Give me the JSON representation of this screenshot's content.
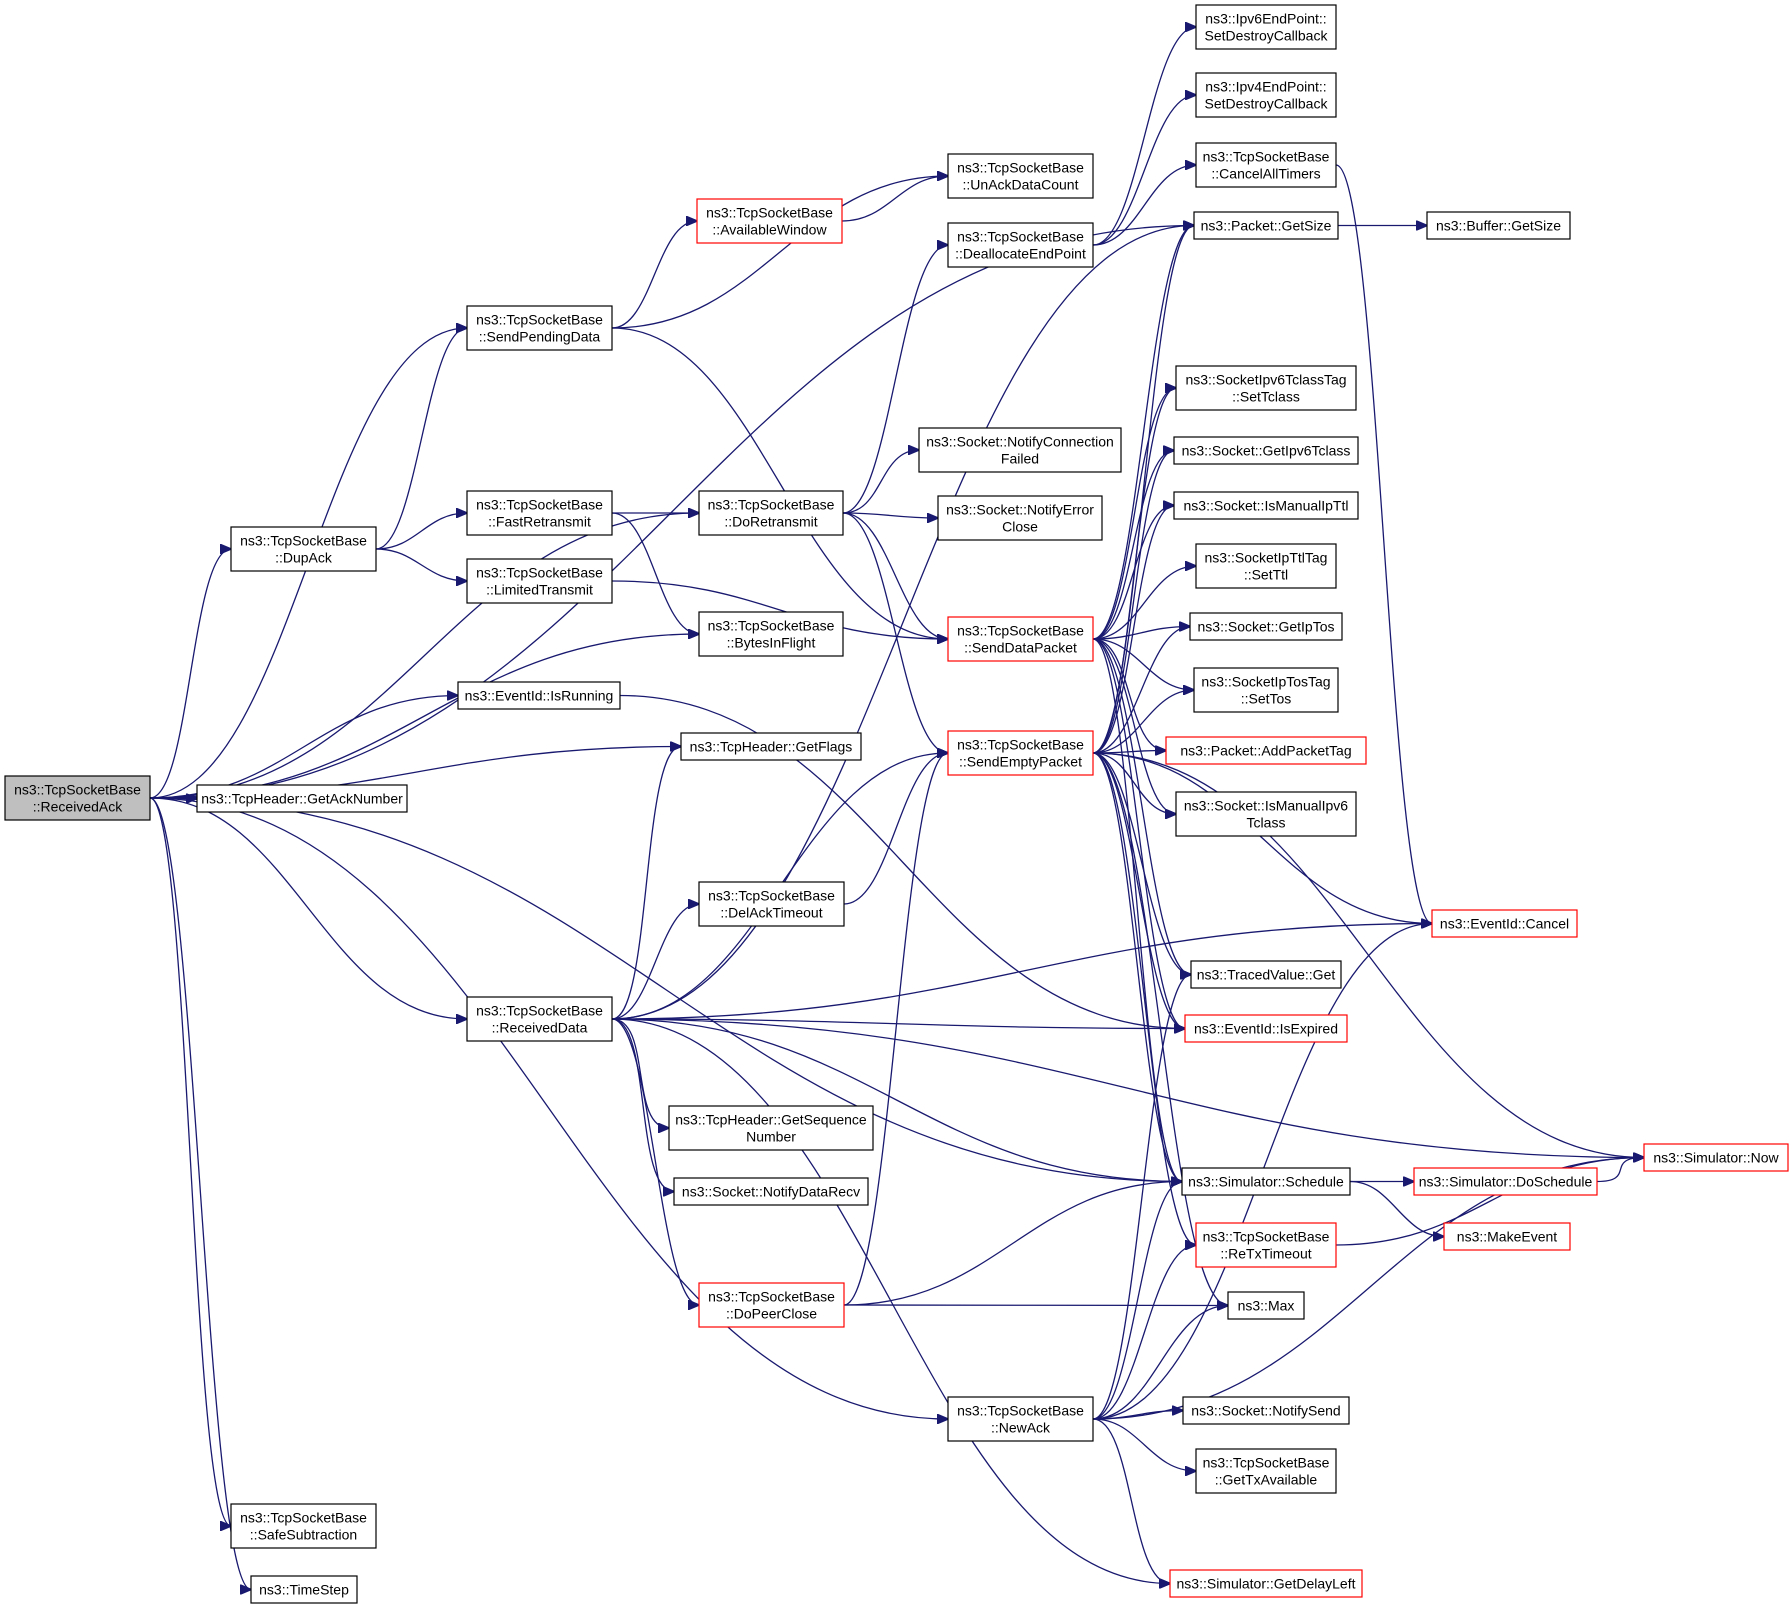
{
  "nodes": [
    {
      "id": "receivedAck",
      "lines": [
        "ns3::TcpSocketBase",
        "::ReceivedAck"
      ],
      "style": "root"
    },
    {
      "id": "sendPendingData",
      "lines": [
        "ns3::TcpSocketBase",
        "::SendPendingData"
      ],
      "style": "normal"
    },
    {
      "id": "availableWindow",
      "lines": [
        "ns3::TcpSocketBase",
        "::AvailableWindow"
      ],
      "style": "red"
    },
    {
      "id": "unAckDataCount",
      "lines": [
        "ns3::TcpSocketBase",
        "::UnAckDataCount"
      ],
      "style": "normal"
    },
    {
      "id": "deallocateEndPoint",
      "lines": [
        "ns3::TcpSocketBase",
        "::DeallocateEndPoint"
      ],
      "style": "normal"
    },
    {
      "id": "ipv6SetDestroy",
      "lines": [
        "ns3::Ipv6EndPoint::",
        "SetDestroyCallback"
      ],
      "style": "normal"
    },
    {
      "id": "ipv4SetDestroy",
      "lines": [
        "ns3::Ipv4EndPoint::",
        "SetDestroyCallback"
      ],
      "style": "normal"
    },
    {
      "id": "cancelAllTimers",
      "lines": [
        "ns3::TcpSocketBase",
        "::CancelAllTimers"
      ],
      "style": "normal"
    },
    {
      "id": "packetGetSize",
      "lines": [
        "ns3::Packet::GetSize"
      ],
      "style": "normal"
    },
    {
      "id": "bufferGetSize",
      "lines": [
        "ns3::Buffer::GetSize"
      ],
      "style": "normal"
    },
    {
      "id": "setTclass",
      "lines": [
        "ns3::SocketIpv6TclassTag",
        "::SetTclass"
      ],
      "style": "normal"
    },
    {
      "id": "getIpv6Tclass",
      "lines": [
        "ns3::Socket::GetIpv6Tclass"
      ],
      "style": "normal"
    },
    {
      "id": "isManualIpTtl",
      "lines": [
        "ns3::Socket::IsManualIpTtl"
      ],
      "style": "normal"
    },
    {
      "id": "setTtl",
      "lines": [
        "ns3::SocketIpTtlTag",
        "::SetTtl"
      ],
      "style": "normal"
    },
    {
      "id": "getIpTos",
      "lines": [
        "ns3::Socket::GetIpTos"
      ],
      "style": "normal"
    },
    {
      "id": "setTos",
      "lines": [
        "ns3::SocketIpTosTag",
        "::SetTos"
      ],
      "style": "normal"
    },
    {
      "id": "addPacketTag",
      "lines": [
        "ns3::Packet::AddPacketTag"
      ],
      "style": "red"
    },
    {
      "id": "isManualIpv6Tclass",
      "lines": [
        "ns3::Socket::IsManualIpv6",
        "Tclass"
      ],
      "style": "normal"
    },
    {
      "id": "eventCancel",
      "lines": [
        "ns3::EventId::Cancel"
      ],
      "style": "red"
    },
    {
      "id": "tracedGet",
      "lines": [
        "ns3::TracedValue::Get"
      ],
      "style": "normal"
    },
    {
      "id": "isExpired",
      "lines": [
        "ns3::EventId::IsExpired"
      ],
      "style": "red"
    },
    {
      "id": "schedule",
      "lines": [
        "ns3::Simulator::Schedule"
      ],
      "style": "normal"
    },
    {
      "id": "doSchedule",
      "lines": [
        "ns3::Simulator::DoSchedule"
      ],
      "style": "red"
    },
    {
      "id": "simNow",
      "lines": [
        "ns3::Simulator::Now"
      ],
      "style": "red"
    },
    {
      "id": "makeEvent",
      "lines": [
        "ns3::MakeEvent"
      ],
      "style": "red"
    },
    {
      "id": "reTxTimeout",
      "lines": [
        "ns3::TcpSocketBase",
        "::ReTxTimeout"
      ],
      "style": "red"
    },
    {
      "id": "max",
      "lines": [
        "ns3::Max"
      ],
      "style": "normal"
    },
    {
      "id": "notifySend",
      "lines": [
        "ns3::Socket::NotifySend"
      ],
      "style": "normal"
    },
    {
      "id": "getTxAvailable",
      "lines": [
        "ns3::TcpSocketBase",
        "::GetTxAvailable"
      ],
      "style": "normal"
    },
    {
      "id": "getDelayLeft",
      "lines": [
        "ns3::Simulator::GetDelayLeft"
      ],
      "style": "red"
    },
    {
      "id": "notifyConnFailed",
      "lines": [
        "ns3::Socket::NotifyConnection",
        "Failed"
      ],
      "style": "normal"
    },
    {
      "id": "notifyErrorClose",
      "lines": [
        "ns3::Socket::NotifyError",
        "Close"
      ],
      "style": "normal"
    },
    {
      "id": "doRetransmit",
      "lines": [
        "ns3::TcpSocketBase",
        "::DoRetransmit"
      ],
      "style": "normal"
    },
    {
      "id": "fastRetransmit",
      "lines": [
        "ns3::TcpSocketBase",
        "::FastRetransmit"
      ],
      "style": "normal"
    },
    {
      "id": "limitedTransmit",
      "lines": [
        "ns3::TcpSocketBase",
        "::LimitedTransmit"
      ],
      "style": "normal"
    },
    {
      "id": "dupAck",
      "lines": [
        "ns3::TcpSocketBase",
        "::DupAck"
      ],
      "style": "normal"
    },
    {
      "id": "bytesInFlight",
      "lines": [
        "ns3::TcpSocketBase",
        "::BytesInFlight"
      ],
      "style": "normal"
    },
    {
      "id": "isRunning",
      "lines": [
        "ns3::EventId::IsRunning"
      ],
      "style": "normal"
    },
    {
      "id": "getFlags",
      "lines": [
        "ns3::TcpHeader::GetFlags"
      ],
      "style": "normal"
    },
    {
      "id": "getAckNumber",
      "lines": [
        "ns3::TcpHeader::GetAckNumber"
      ],
      "style": "normal"
    },
    {
      "id": "sendDataPacket",
      "lines": [
        "ns3::TcpSocketBase",
        "::SendDataPacket"
      ],
      "style": "red"
    },
    {
      "id": "sendEmptyPacket",
      "lines": [
        "ns3::TcpSocketBase",
        "::SendEmptyPacket"
      ],
      "style": "red"
    },
    {
      "id": "delAckTimeout",
      "lines": [
        "ns3::TcpSocketBase",
        "::DelAckTimeout"
      ],
      "style": "normal"
    },
    {
      "id": "receivedData",
      "lines": [
        "ns3::TcpSocketBase",
        "::ReceivedData"
      ],
      "style": "normal"
    },
    {
      "id": "getSequenceNumber",
      "lines": [
        "ns3::TcpHeader::GetSequence",
        "Number"
      ],
      "style": "normal"
    },
    {
      "id": "notifyDataRecv",
      "lines": [
        "ns3::Socket::NotifyDataRecv"
      ],
      "style": "normal"
    },
    {
      "id": "doPeerClose",
      "lines": [
        "ns3::TcpSocketBase",
        "::DoPeerClose"
      ],
      "style": "red"
    },
    {
      "id": "newAck",
      "lines": [
        "ns3::TcpSocketBase",
        "::NewAck"
      ],
      "style": "normal"
    },
    {
      "id": "safeSubtraction",
      "lines": [
        "ns3::TcpSocketBase",
        "::SafeSubtraction"
      ],
      "style": "normal"
    },
    {
      "id": "timeStep",
      "lines": [
        "ns3::TimeStep"
      ],
      "style": "normal"
    }
  ],
  "edges": [
    [
      "receivedAck",
      "sendPendingData"
    ],
    [
      "receivedAck",
      "packetGetSize"
    ],
    [
      "receivedAck",
      "doRetransmit"
    ],
    [
      "receivedAck",
      "dupAck"
    ],
    [
      "receivedAck",
      "bytesInFlight"
    ],
    [
      "receivedAck",
      "isRunning"
    ],
    [
      "receivedAck",
      "getFlags"
    ],
    [
      "receivedAck",
      "getAckNumber"
    ],
    [
      "receivedAck",
      "receivedData"
    ],
    [
      "receivedAck",
      "schedule"
    ],
    [
      "receivedAck",
      "newAck"
    ],
    [
      "receivedAck",
      "safeSubtraction"
    ],
    [
      "receivedAck",
      "timeStep"
    ],
    [
      "sendPendingData",
      "availableWindow"
    ],
    [
      "sendPendingData",
      "unAckDataCount"
    ],
    [
      "sendPendingData",
      "sendDataPacket"
    ],
    [
      "availableWindow",
      "unAckDataCount"
    ],
    [
      "dupAck",
      "sendPendingData"
    ],
    [
      "dupAck",
      "fastRetransmit"
    ],
    [
      "dupAck",
      "limitedTransmit"
    ],
    [
      "fastRetransmit",
      "doRetransmit"
    ],
    [
      "fastRetransmit",
      "bytesInFlight"
    ],
    [
      "limitedTransmit",
      "sendDataPacket"
    ],
    [
      "doRetransmit",
      "deallocateEndPoint"
    ],
    [
      "doRetransmit",
      "notifyConnFailed"
    ],
    [
      "doRetransmit",
      "notifyErrorClose"
    ],
    [
      "doRetransmit",
      "sendDataPacket"
    ],
    [
      "doRetransmit",
      "sendEmptyPacket"
    ],
    [
      "deallocateEndPoint",
      "ipv6SetDestroy"
    ],
    [
      "deallocateEndPoint",
      "ipv4SetDestroy"
    ],
    [
      "deallocateEndPoint",
      "cancelAllTimers"
    ],
    [
      "cancelAllTimers",
      "eventCancel"
    ],
    [
      "packetGetSize",
      "bufferGetSize"
    ],
    [
      "isRunning",
      "isExpired"
    ],
    [
      "sendDataPacket",
      "packetGetSize"
    ],
    [
      "sendDataPacket",
      "setTclass"
    ],
    [
      "sendDataPacket",
      "getIpv6Tclass"
    ],
    [
      "sendDataPacket",
      "isManualIpTtl"
    ],
    [
      "sendDataPacket",
      "setTtl"
    ],
    [
      "sendDataPacket",
      "getIpTos"
    ],
    [
      "sendDataPacket",
      "setTos"
    ],
    [
      "sendDataPacket",
      "addPacketTag"
    ],
    [
      "sendDataPacket",
      "isManualIpv6Tclass"
    ],
    [
      "sendDataPacket",
      "tracedGet"
    ],
    [
      "sendDataPacket",
      "isExpired"
    ],
    [
      "sendDataPacket",
      "schedule"
    ],
    [
      "sendEmptyPacket",
      "packetGetSize"
    ],
    [
      "sendEmptyPacket",
      "setTclass"
    ],
    [
      "sendEmptyPacket",
      "getIpv6Tclass"
    ],
    [
      "sendEmptyPacket",
      "isManualIpTtl"
    ],
    [
      "sendEmptyPacket",
      "getIpTos"
    ],
    [
      "sendEmptyPacket",
      "setTos"
    ],
    [
      "sendEmptyPacket",
      "addPacketTag"
    ],
    [
      "sendEmptyPacket",
      "isManualIpv6Tclass"
    ],
    [
      "sendEmptyPacket",
      "simNow"
    ],
    [
      "sendEmptyPacket",
      "eventCancel"
    ],
    [
      "sendEmptyPacket",
      "tracedGet"
    ],
    [
      "sendEmptyPacket",
      "isExpired"
    ],
    [
      "sendEmptyPacket",
      "schedule"
    ],
    [
      "sendEmptyPacket",
      "reTxTimeout"
    ],
    [
      "sendEmptyPacket",
      "max"
    ],
    [
      "schedule",
      "doSchedule"
    ],
    [
      "schedule",
      "makeEvent"
    ],
    [
      "doSchedule",
      "simNow"
    ],
    [
      "reTxTimeout",
      "simNow"
    ],
    [
      "receivedData",
      "sendEmptyPacket"
    ],
    [
      "receivedData",
      "getFlags"
    ],
    [
      "receivedData",
      "delAckTimeout"
    ],
    [
      "receivedData",
      "isExpired"
    ],
    [
      "receivedData",
      "eventCancel"
    ],
    [
      "receivedData",
      "simNow"
    ],
    [
      "receivedData",
      "getSequenceNumber"
    ],
    [
      "receivedData",
      "notifyDataRecv"
    ],
    [
      "receivedData",
      "schedule"
    ],
    [
      "receivedData",
      "doPeerClose"
    ],
    [
      "receivedData",
      "getDelayLeft"
    ],
    [
      "receivedData",
      "packetGetSize"
    ],
    [
      "delAckTimeout",
      "sendEmptyPacket"
    ],
    [
      "doPeerClose",
      "sendEmptyPacket"
    ],
    [
      "doPeerClose",
      "schedule"
    ],
    [
      "doPeerClose",
      "max"
    ],
    [
      "newAck",
      "tracedGet"
    ],
    [
      "newAck",
      "eventCancel"
    ],
    [
      "newAck",
      "schedule"
    ],
    [
      "newAck",
      "reTxTimeout"
    ],
    [
      "newAck",
      "max"
    ],
    [
      "newAck",
      "notifySend"
    ],
    [
      "newAck",
      "getTxAvailable"
    ],
    [
      "newAck",
      "simNow"
    ],
    [
      "newAck",
      "getDelayLeft"
    ]
  ]
}
